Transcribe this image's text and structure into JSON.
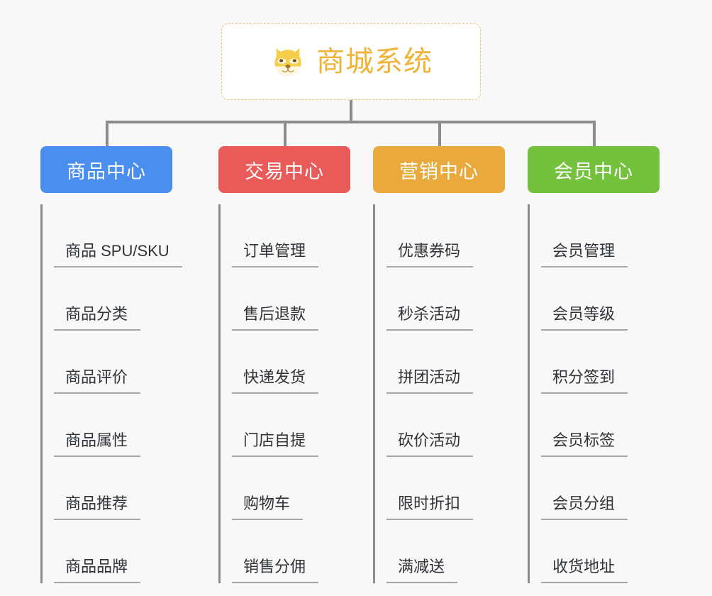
{
  "background_color": "#f8f8f8",
  "root": {
    "title": "商城系统",
    "icon": "dog-face-icon",
    "text_color": "#f0b336",
    "border_color": "#edc278",
    "background_color": "#ffffff"
  },
  "connector_color": "#8c8c8c",
  "columns": [
    {
      "id": "product-center",
      "title": "商品中心",
      "color": "#4a8ff0",
      "items": [
        "商品 SPU/SKU",
        "商品分类",
        "商品评价",
        "商品属性",
        "商品推荐",
        "商品品牌"
      ]
    },
    {
      "id": "trade-center",
      "title": "交易中心",
      "color": "#e85b58",
      "items": [
        "订单管理",
        "售后退款",
        "快递发货",
        "门店自提",
        "购物车",
        "销售分佣"
      ]
    },
    {
      "id": "marketing-center",
      "title": "营销中心",
      "color": "#eaa93c",
      "items": [
        "优惠券码",
        "秒杀活动",
        "拼团活动",
        "砍价活动",
        "限时折扣",
        "满减送"
      ]
    },
    {
      "id": "member-center",
      "title": "会员中心",
      "color": "#74c13e",
      "items": [
        "会员管理",
        "会员等级",
        "积分签到",
        "会员标签",
        "会员分组",
        "收货地址"
      ]
    }
  ]
}
